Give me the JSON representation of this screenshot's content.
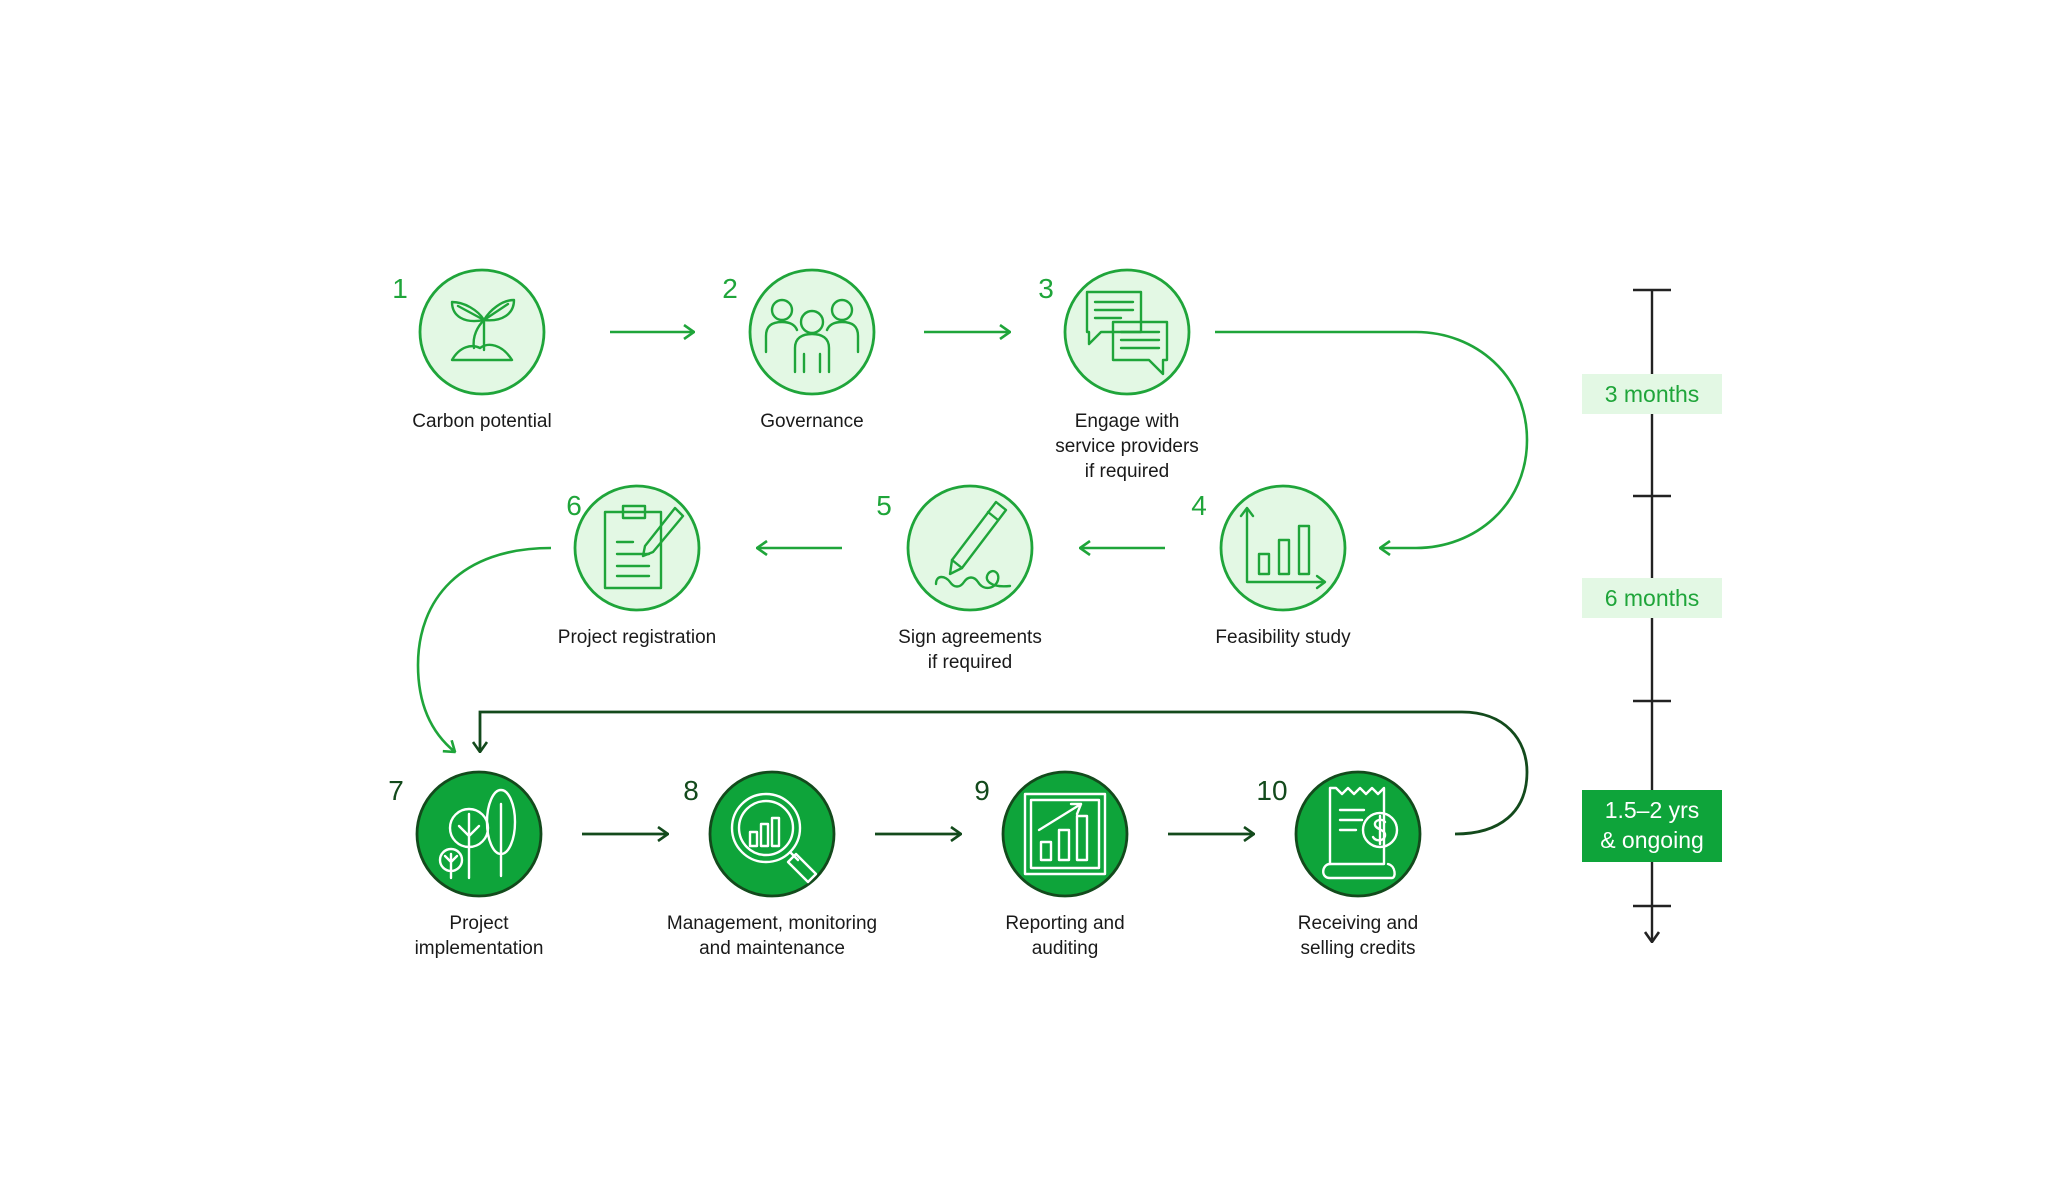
{
  "steps": [
    {
      "num": "1",
      "lines": [
        "Carbon potential"
      ],
      "icon": "sprout-icon"
    },
    {
      "num": "2",
      "lines": [
        "Governance"
      ],
      "icon": "people-icon"
    },
    {
      "num": "3",
      "lines": [
        "Engage with",
        "service providers",
        "if required"
      ],
      "icon": "chat-bubbles-icon"
    },
    {
      "num": "4",
      "lines": [
        "Feasibility study"
      ],
      "icon": "bar-chart-icon"
    },
    {
      "num": "5",
      "lines": [
        "Sign agreements",
        "if required"
      ],
      "icon": "pen-signature-icon"
    },
    {
      "num": "6",
      "lines": [
        "Project registration"
      ],
      "icon": "clipboard-icon"
    },
    {
      "num": "7",
      "lines": [
        "Project",
        "implementation"
      ],
      "icon": "trees-icon"
    },
    {
      "num": "8",
      "lines": [
        "Management, monitoring",
        "and maintenance"
      ],
      "icon": "magnifier-chart-icon"
    },
    {
      "num": "9",
      "lines": [
        "Reporting and",
        "auditing"
      ],
      "icon": "growth-chart-icon"
    },
    {
      "num": "10",
      "lines": [
        "Receiving and",
        "selling credits"
      ],
      "icon": "receipt-dollar-icon"
    }
  ],
  "timeline": [
    {
      "lines": [
        "3 months"
      ]
    },
    {
      "lines": [
        "6 months"
      ]
    },
    {
      "lines": [
        "1.5–2 yrs",
        "& ongoing"
      ]
    }
  ],
  "colors": {
    "light_green": "#1fa53a",
    "light_fill": "#e3f8e4",
    "dark_green": "#134a1c",
    "dark_fill": "#0ea43a",
    "timeline_line": "#222222"
  }
}
